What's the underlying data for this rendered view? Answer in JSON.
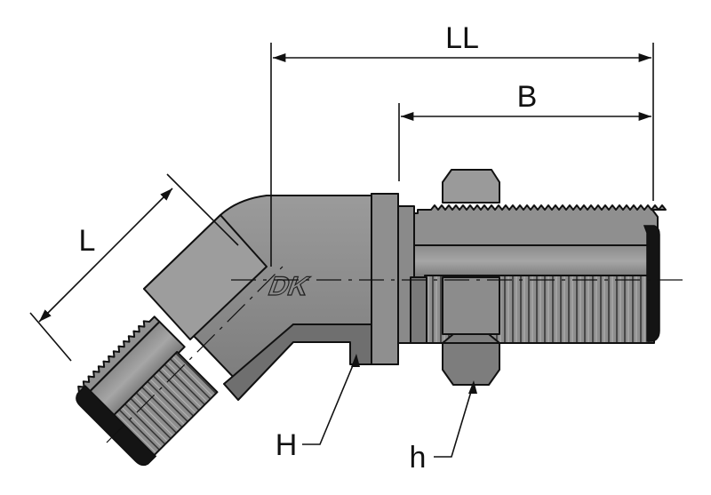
{
  "drawing": {
    "dimensions": {
      "overall_length": "LL",
      "bulkhead_length": "B",
      "angled_end_length": "L"
    },
    "callouts": {
      "body_hex": "H",
      "locknut_hex": "h"
    },
    "logo_text": "DK",
    "colors": {
      "body": "#8c8c8c",
      "body_light": "#a3a3a3",
      "body_dark": "#6b6b6b",
      "seal_ring": "#141414",
      "line": "#111111"
    }
  }
}
